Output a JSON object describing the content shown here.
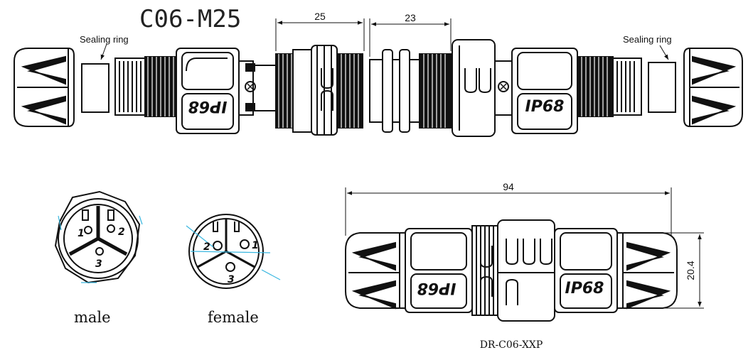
{
  "title": "C06-M25",
  "callouts": {
    "sealing_ring_left": "Sealing ring",
    "sealing_ring_right": "Sealing ring"
  },
  "dimensions": {
    "nut_width": "25",
    "receptacle_width": "23",
    "overall_length": "94",
    "body_height": "20.4"
  },
  "markings": {
    "left_body": "IP68",
    "right_body": "IP68",
    "assembled_left": "IP68",
    "assembled_right": "IP68"
  },
  "faces": {
    "male": {
      "label": "male",
      "pins": [
        "1",
        "2",
        "3"
      ]
    },
    "female": {
      "label": "female",
      "pins": [
        "2",
        "1",
        "3"
      ]
    }
  },
  "part_number": "DR-C06-XXP",
  "colors": {
    "line": "#111111",
    "dimension": "#111111",
    "leader_accent": "#3ab7e0",
    "background": "#ffffff"
  }
}
